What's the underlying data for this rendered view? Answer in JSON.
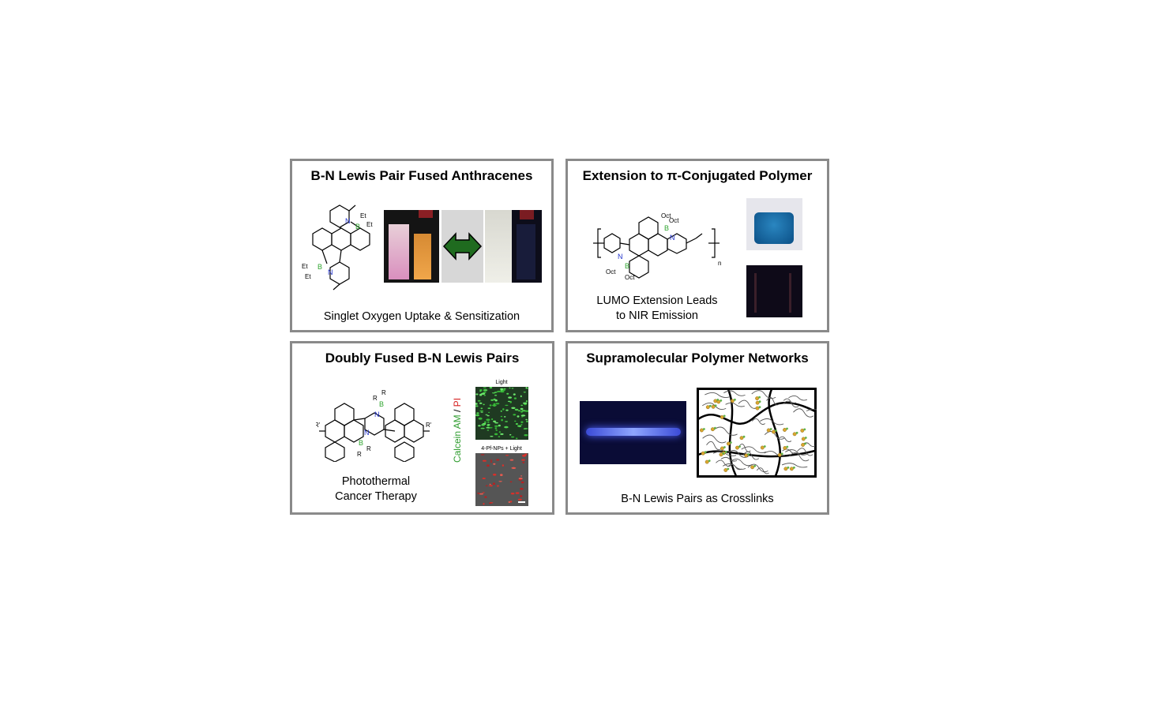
{
  "panels": {
    "p1": {
      "title": "B-N Lewis Pair Fused Anthracenes",
      "caption": "Singlet Oxygen Uptake & Sensitization",
      "struct_labels": [
        "N",
        "B",
        "Et",
        "Et",
        "Et",
        "Et",
        "B",
        "N"
      ]
    },
    "p2": {
      "title": "Extension to π-Conjugated Polymer",
      "caption_lines": [
        "LUMO Extension Leads",
        "to NIR Emission"
      ],
      "struct_labels": [
        "Oct",
        "Oct",
        "B",
        "N",
        "N",
        "B",
        "Oct",
        "Oct",
        "n"
      ]
    },
    "p3": {
      "title": "Doubly Fused B-N Lewis Pairs",
      "caption_lines": [
        "Photothermal",
        "Cancer Therapy"
      ],
      "struct_labels": [
        "R",
        "R",
        "B",
        "N",
        "N",
        "B",
        "R",
        "R",
        "R'",
        "R'"
      ],
      "micro_top_label": "Light",
      "micro_bottom_label": "4-Pf-NPs + Light",
      "stain_label_a": "Calcein AM",
      "stain_label_sep": " / ",
      "stain_label_b": "PI",
      "colors": {
        "green": "#2e9c2e",
        "red": "#d62020"
      }
    },
    "p4": {
      "title": "Supramolecular Polymer Networks",
      "caption": "B-N Lewis Pairs as Crosslinks"
    }
  },
  "colors": {
    "boron": "#2fa52f",
    "nitrogen": "#2233cc",
    "border": "#8a8a8a",
    "arrow": "#1f6b1f"
  }
}
